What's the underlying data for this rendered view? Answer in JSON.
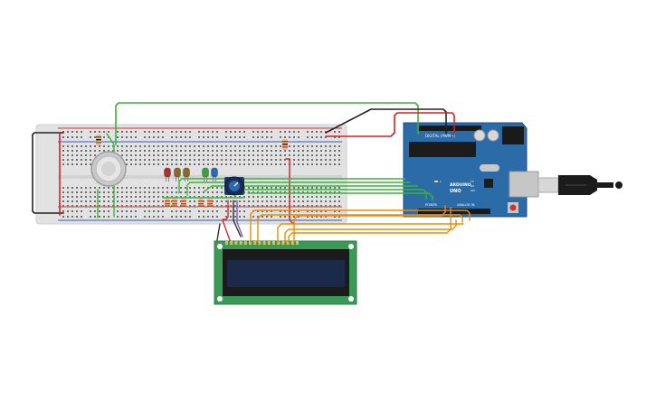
{
  "arduino": {
    "brand": "ARDUINO",
    "model": "UNO",
    "digital_header_label": "DIGITAL (PWM~)",
    "analog_header_label": "ANALOG IN",
    "power_header_label": "POWER",
    "led_labels": [
      "L",
      "TX",
      "RX",
      "ON"
    ]
  },
  "colors": {
    "breadboard": "#e2e2e2",
    "rail_red": "#d63131",
    "wire_green": "#3cb33c",
    "wire_orange": "#f08a00",
    "wire_red": "#d62020",
    "wire_black": "#222222",
    "arduino_board": "#2a6ba8",
    "lcd_pcb": "#3a9a55",
    "lcd_screen": "#1a2a48"
  },
  "leds": [
    {
      "color": "#b03030"
    },
    {
      "color": "#8a6a2a"
    },
    {
      "color": "#8a6a2a"
    },
    {
      "color": "#3aa040"
    },
    {
      "color": "#2a6ab0"
    }
  ]
}
